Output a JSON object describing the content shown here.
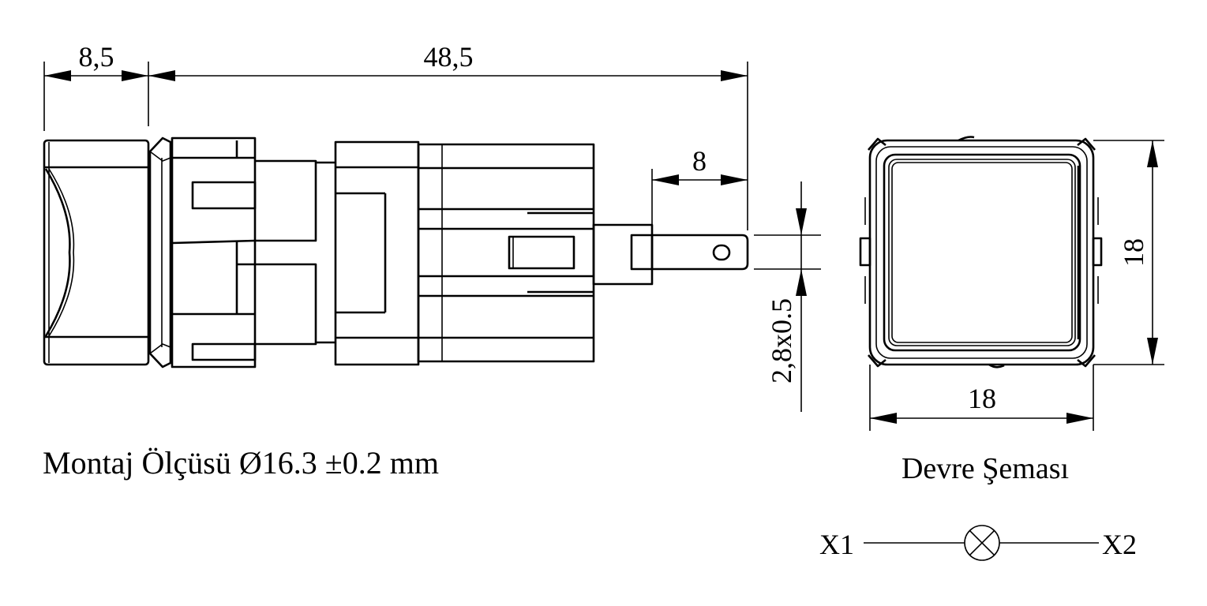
{
  "dimensions": {
    "front_length": "8,5",
    "body_length": "48,5",
    "terminal_length": "8",
    "terminal_size": "2,8x0.5",
    "square_height": "18",
    "square_width": "18"
  },
  "mounting_note": "Montaj Ölçüsü Ø16.3 ±0.2 mm",
  "circuit": {
    "title": "Devre Şeması",
    "terminal_left": "X1",
    "terminal_right": "X2",
    "symbol": "lamp-icon"
  },
  "colors": {
    "line": "#000000",
    "background": "#ffffff"
  }
}
